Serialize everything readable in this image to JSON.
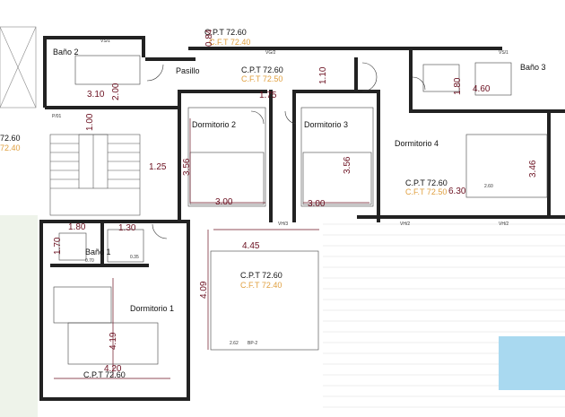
{
  "rooms": {
    "bano2": "Baño 2",
    "bano3": "Baño 3",
    "bano1": "Baño 1",
    "pasillo": "Pasillo",
    "dorm1": "Dormitorio 1",
    "dorm2": "Dormitorio 2",
    "dorm3": "Dormitorio 3",
    "dorm4": "Dormitorio 4"
  },
  "levels": {
    "cpt": "C.P.T 72.60",
    "cft": "C.F.T 72.40",
    "cft_alt": "C.F.T 72.50",
    "left_cpt_partial": "72.60",
    "left_cft_partial": "72.40"
  },
  "dimensions": {
    "bano2_w": "3.10",
    "bano2_h": "2.00",
    "top_v": "0.84",
    "pasillo_v": "1.10",
    "pasillo_h": "1.75",
    "stair_v": "1.00",
    "hall_w": "1.25",
    "d2_v": "3.56",
    "d2_w": "3.00",
    "d3_v": "3.56",
    "d3_w": "3.00",
    "b3_v": "1.80",
    "b3_w": "4.60",
    "d4_v": "3.46",
    "d4_w": "6.30",
    "b1_a": "1.80",
    "b1_b": "1.30",
    "b1_v": "1.70",
    "terrace_w": "4.45",
    "terrace_v": "4.09",
    "d1_v": "4.19",
    "d1_w": "4.20"
  },
  "tags": {
    "vs1": "VS/1",
    "vg2": "VG/2",
    "vh2": "VH/2",
    "vh3": "VH/3",
    "bp2": "BP-2",
    "p01": "P/01",
    "small_a": "0.70",
    "small_b": "0.35",
    "dim_260": "2.60",
    "dim_262": "2.62"
  },
  "colors": {
    "wall": "#111111",
    "dim": "#6b1020",
    "cft": "#e0a040",
    "pool": "#a9d9f0",
    "grass": "#eef3ea"
  }
}
